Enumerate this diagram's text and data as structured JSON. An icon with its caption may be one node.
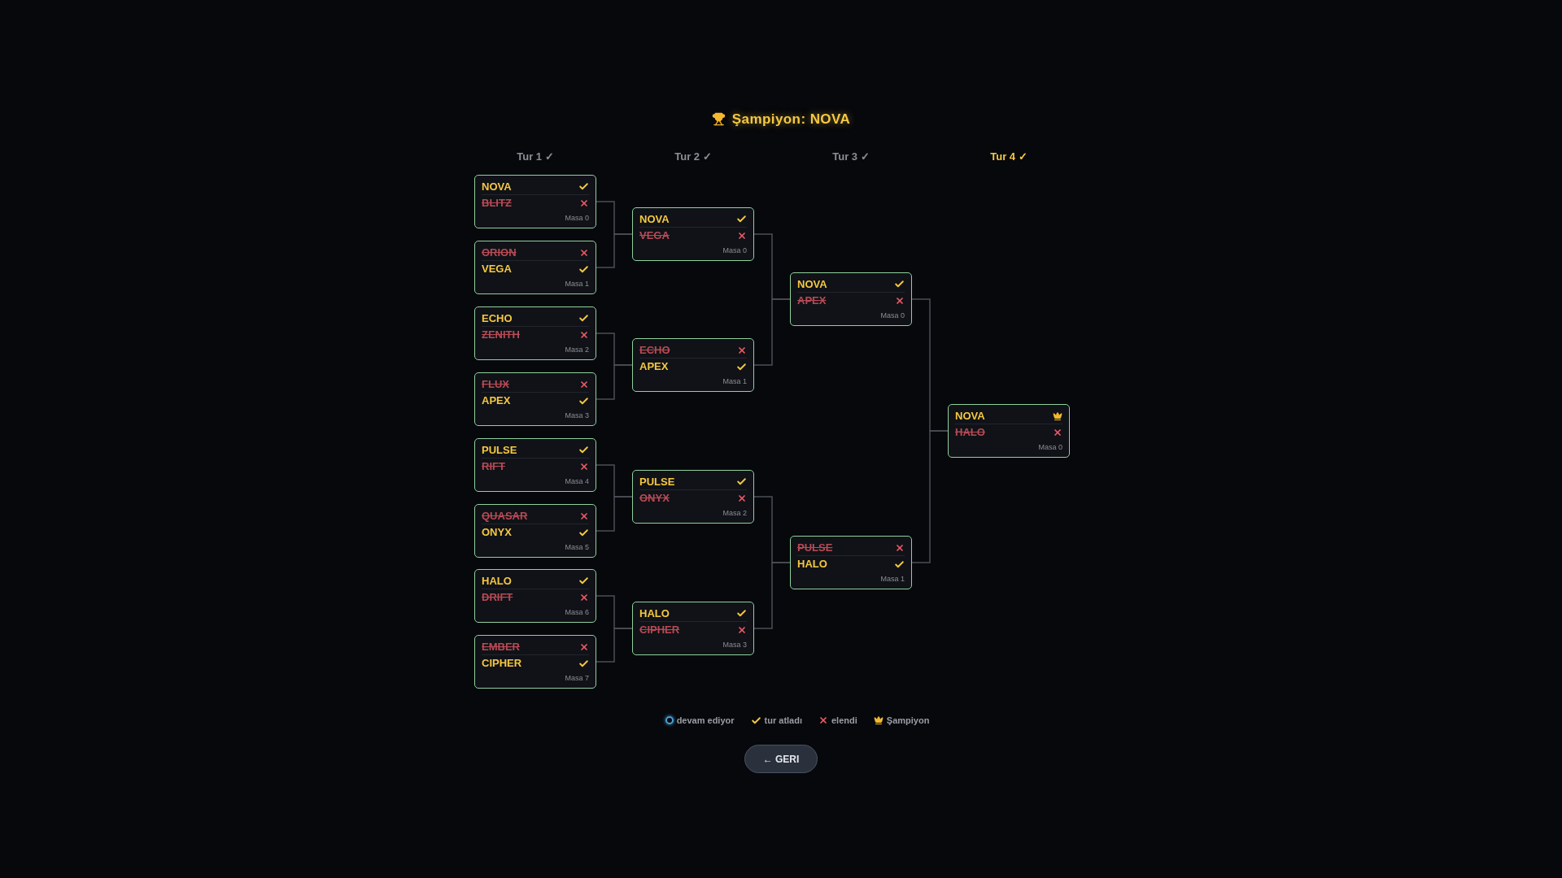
{
  "diagram": {
    "title": "Şampiyon: NOVA",
    "nodes": [
      {
        "text": [
          "NOVA",
          "BLITZ",
          "Masa 0"
        ]
      },
      {
        "text": [
          "ORION",
          "VEGA",
          "Masa 1"
        ]
      },
      {
        "text": [
          "ECHO",
          "ZENITH",
          "Masa 2"
        ]
      },
      {
        "text": [
          "FLUX",
          "APEX",
          "Masa 3"
        ]
      },
      {
        "text": [
          "PULSE",
          "RIFT",
          "Masa 4"
        ]
      },
      {
        "text": [
          "QUASAR",
          "ONYX",
          "Masa 5"
        ]
      },
      {
        "text": [
          "HALO",
          "DRIFT",
          "Masa 6"
        ]
      },
      {
        "text": [
          "EMBER",
          "CIPHER",
          "Masa 7"
        ]
      },
      {
        "text": [
          "NOVA",
          "VEGA",
          "Masa 0"
        ]
      },
      {
        "text": [
          "ECHO",
          "APEX",
          "Masa 1"
        ]
      },
      {
        "text": [
          "PULSE",
          "ONYX",
          "Masa 2"
        ]
      },
      {
        "text": [
          "HALO",
          "CIPHER",
          "Masa 3"
        ]
      },
      {
        "text": [
          "NOVA",
          "APEX",
          "Masa 0"
        ]
      },
      {
        "text": [
          "PULSE",
          "HALO",
          "Masa 1"
        ]
      },
      {
        "text": [
          "NOVA",
          "HALO",
          "Masa 0"
        ]
      }
    ],
    "edges": [
      {
        "from": 0,
        "to": 8,
        "arrow": "none"
      },
      {
        "from": 1,
        "to": 8,
        "arrow": "none"
      },
      {
        "from": 2,
        "to": 9,
        "arrow": "none"
      },
      {
        "from": 3,
        "to": 9,
        "arrow": "none"
      },
      {
        "from": 4,
        "to": 10,
        "arrow": "none"
      },
      {
        "from": 5,
        "to": 10,
        "arrow": "none"
      },
      {
        "from": 6,
        "to": 11,
        "arrow": "none"
      },
      {
        "from": 7,
        "to": 11,
        "arrow": "none"
      },
      {
        "from": 8,
        "to": 12,
        "arrow": "none"
      },
      {
        "from": 9,
        "to": 12,
        "arrow": "none"
      },
      {
        "from": 10,
        "to": 13,
        "arrow": "none"
      },
      {
        "from": 11,
        "to": 13,
        "arrow": "none"
      },
      {
        "from": 12,
        "to": 14,
        "arrow": "none"
      },
      {
        "from": 13,
        "to": 14,
        "arrow": "none"
      }
    ],
    "labels": [
      "Tur 1 ✓",
      "Tur 2 ✓",
      "Tur 3 ✓",
      "Tur 4 ✓",
      "← GERI"
    ],
    "legend": [
      {
        "text": "devam ediyor"
      },
      {
        "text": "tur atladı"
      },
      {
        "text": "elendi"
      },
      {
        "text": "Şampiyon"
      }
    ]
  }
}
